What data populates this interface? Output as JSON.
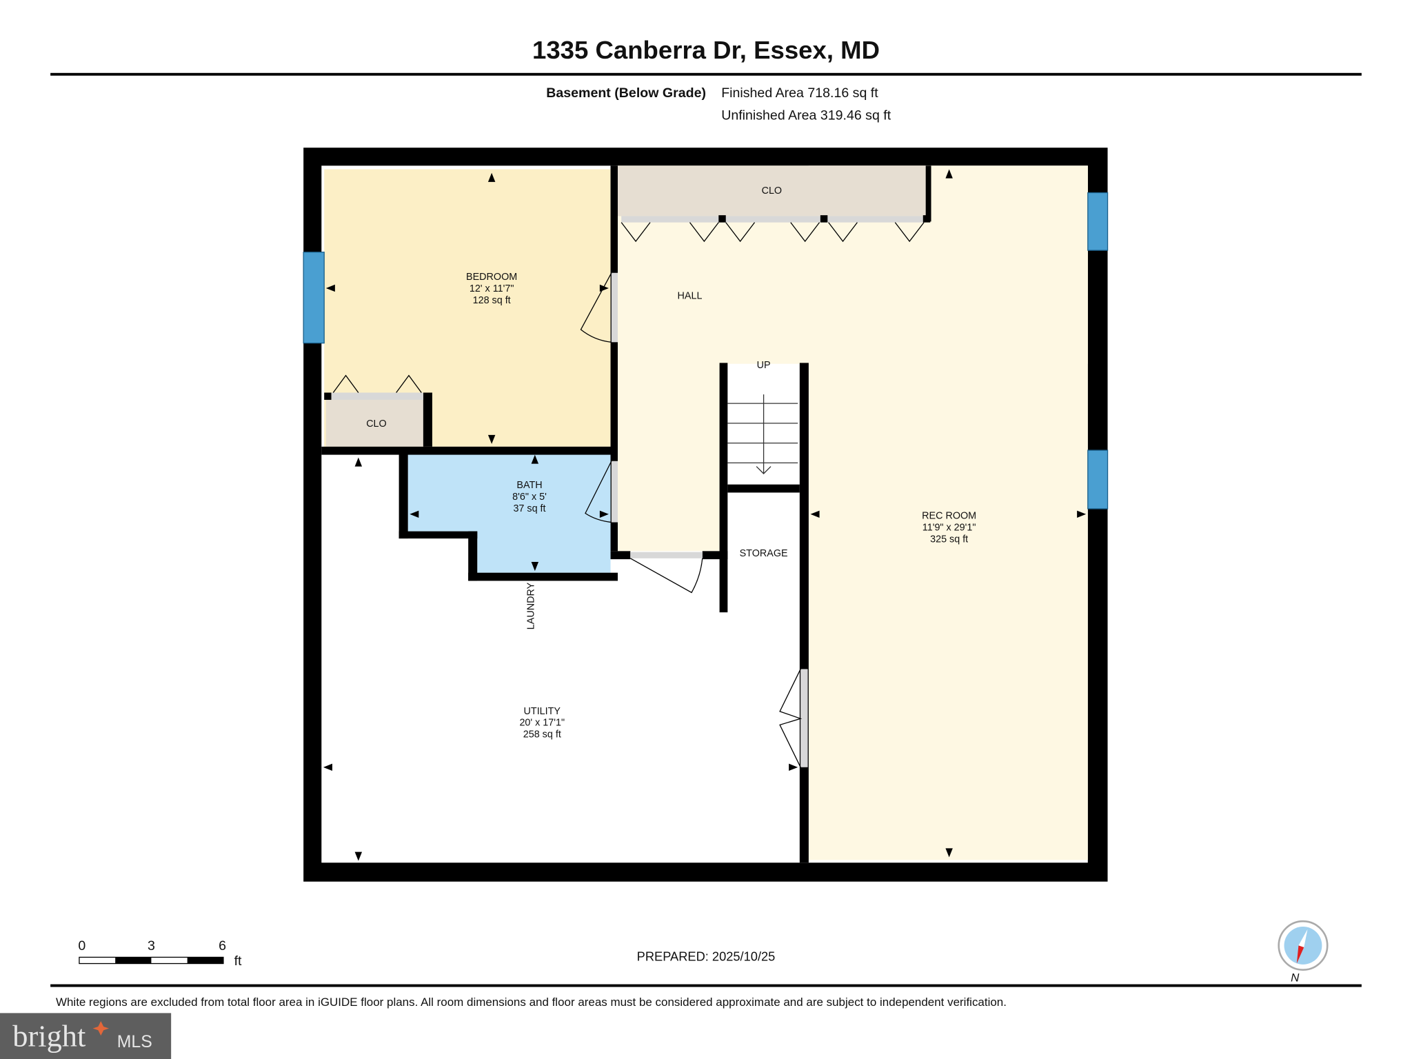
{
  "header": {
    "title": "1335 Canberra Dr, Essex, MD",
    "level": "Basement (Below Grade)",
    "finished_area": "Finished Area 718.16 sq ft",
    "unfinished_area": "Unfinished Area 319.46 sq ft"
  },
  "colors": {
    "bedroom": "#fcefc6",
    "hall_rec": "#fef8e3",
    "closet": "#e6ded2",
    "bath": "#bfe3f8",
    "window": "#4a9fd1",
    "wall": "#000000"
  },
  "rooms": {
    "bedroom": {
      "name": "BEDROOM",
      "dims": "12' x 11'7\"",
      "area": "128 sq ft"
    },
    "bath": {
      "name": "BATH",
      "dims": "8'6\" x 5'",
      "area": "37 sq ft"
    },
    "rec_room": {
      "name": "REC ROOM",
      "dims": "11'9\" x 29'1\"",
      "area": "325 sq ft"
    },
    "utility": {
      "name": "UTILITY",
      "dims": "20' x 17'1\"",
      "area": "258 sq ft"
    },
    "hall": {
      "name": "HALL"
    },
    "clo_top": {
      "name": "CLO"
    },
    "clo_bedroom": {
      "name": "CLO"
    },
    "storage": {
      "name": "STORAGE"
    },
    "laundry": {
      "name": "LAUNDRY"
    },
    "stairs": {
      "name": "UP"
    }
  },
  "scale": {
    "ticks": [
      "0",
      "3",
      "6"
    ],
    "unit": "ft"
  },
  "prepared": "PREPARED: 2025/10/25",
  "compass": {
    "label": "N"
  },
  "disclaimer": "White regions are excluded from total floor area in iGUIDE floor plans. All room dimensions and floor areas must be considered approximate and are subject to independent verification.",
  "watermark": {
    "brand": "bright",
    "suffix": "MLS"
  }
}
